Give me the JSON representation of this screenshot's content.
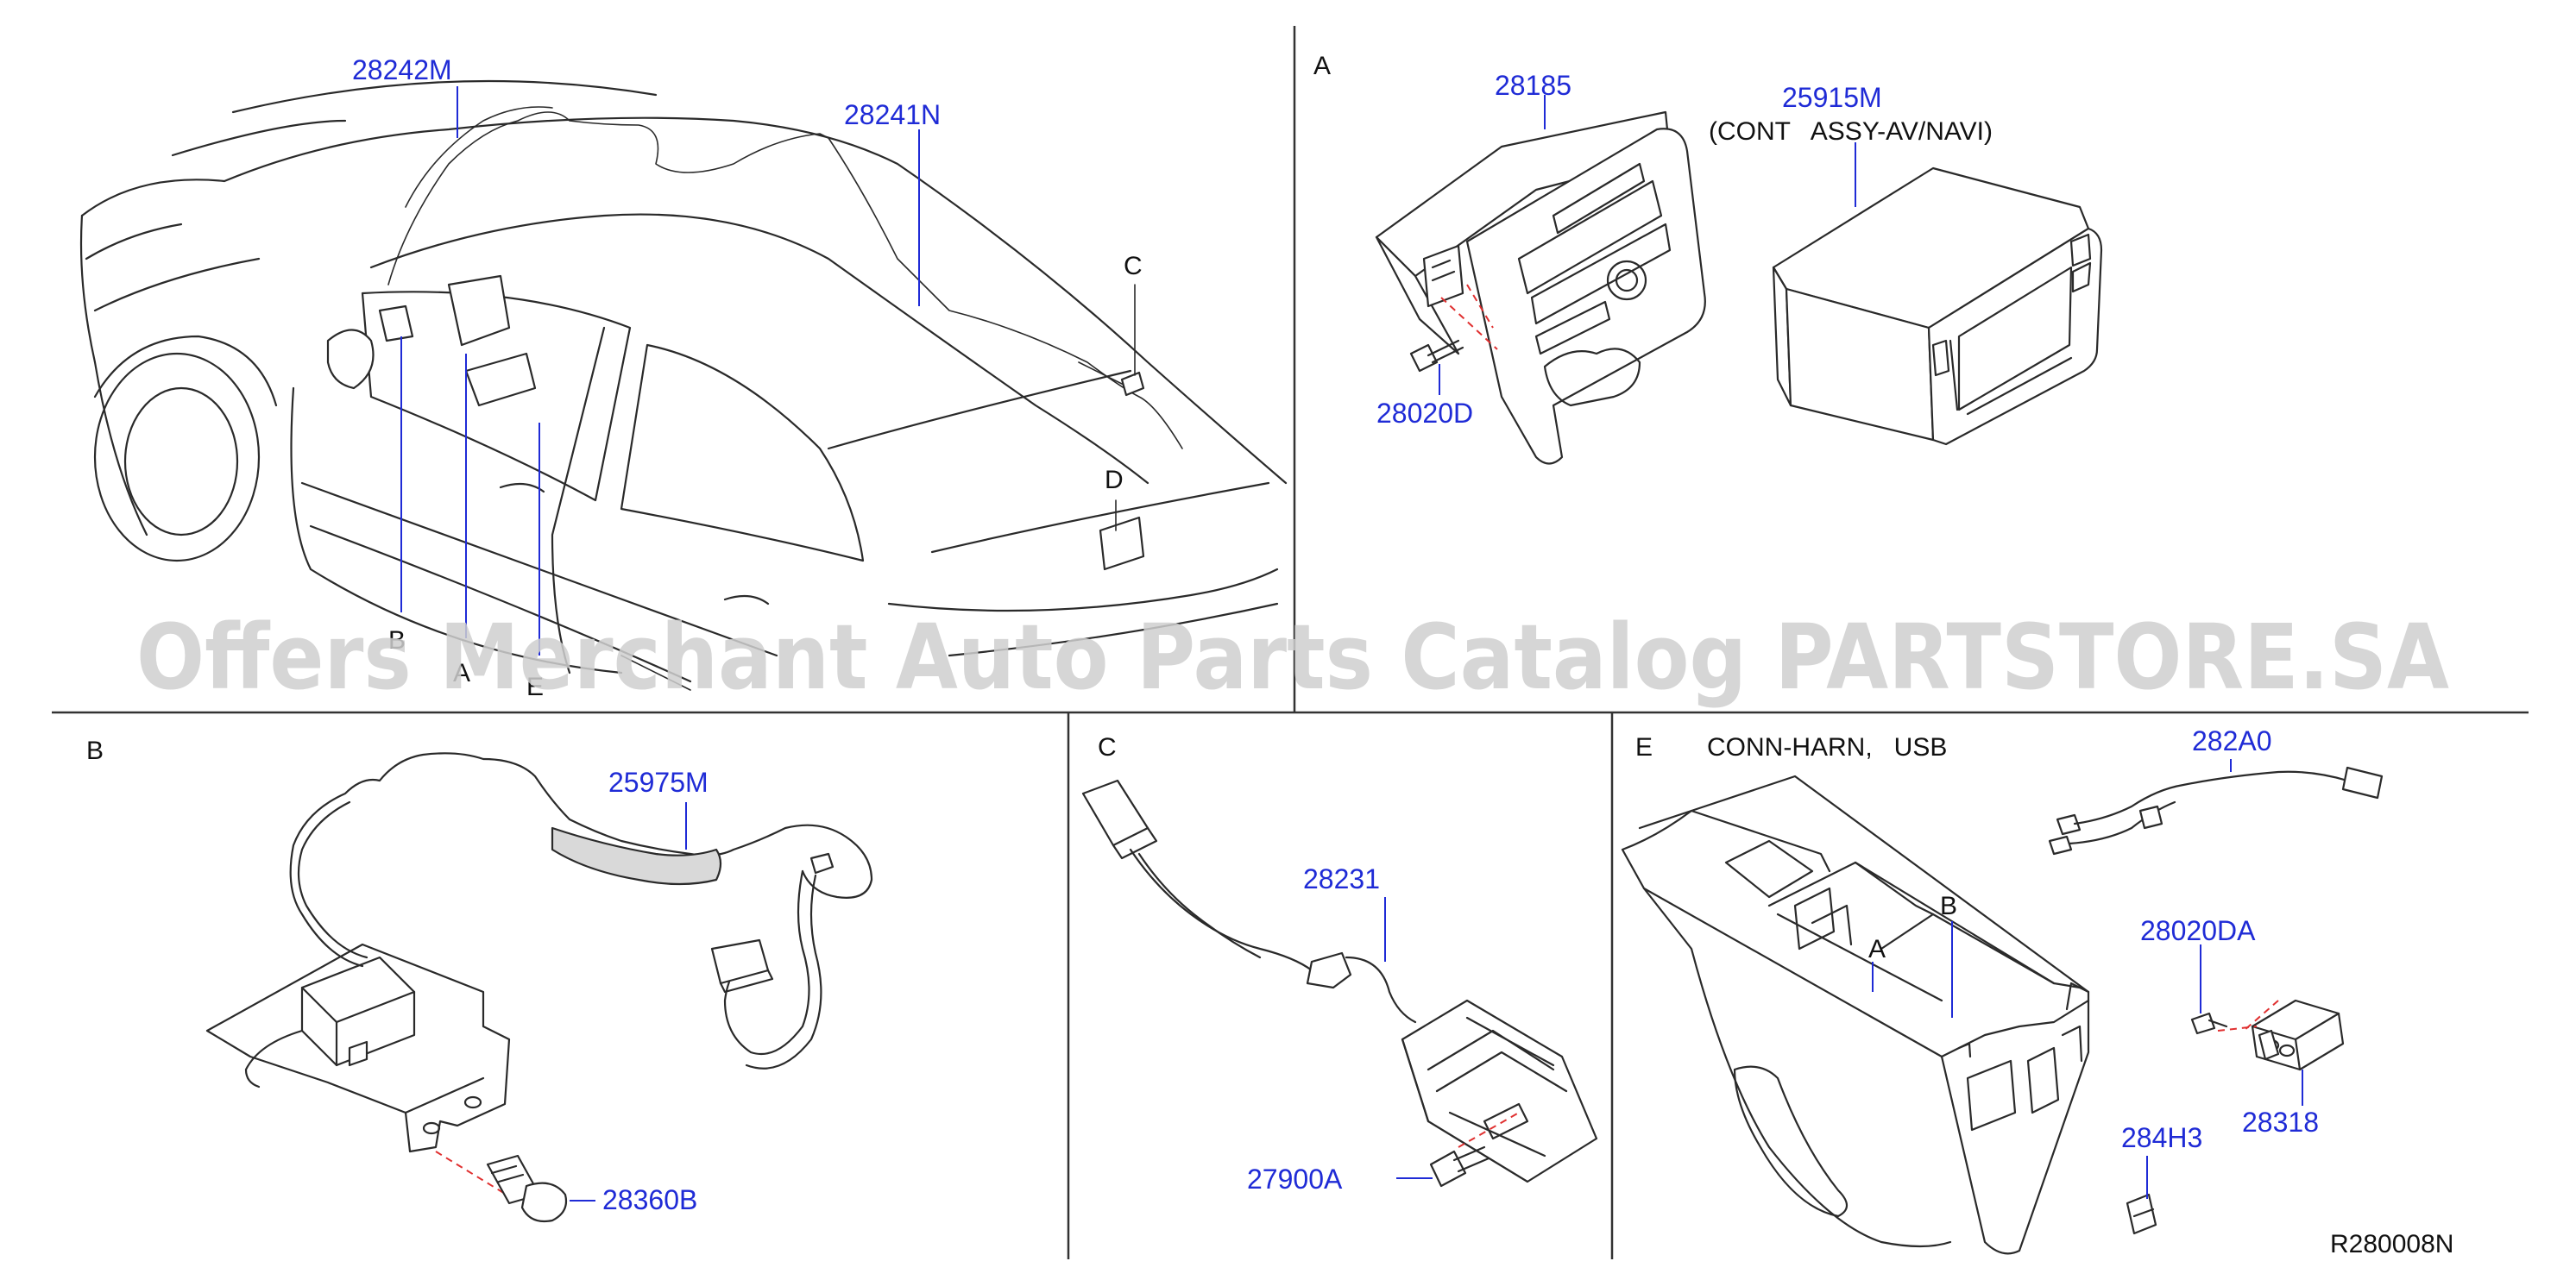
{
  "diagram": {
    "watermark": "Offers Merchant Auto Parts Catalog PARTSTORE.SA",
    "reference_code": "R280008N",
    "sections": {
      "overview": {
        "letters": [
          "A",
          "B",
          "C",
          "D",
          "E"
        ]
      },
      "A": {
        "label": "A",
        "parts": [
          "28185",
          "25915M",
          "28020D"
        ],
        "note": "(CONT   ASSY-AV/NAVI)"
      },
      "B": {
        "label": "B",
        "parts": [
          "25975M",
          "28360B"
        ]
      },
      "C": {
        "label": "C",
        "parts": [
          "28231",
          "27900A"
        ]
      },
      "E": {
        "label": "E",
        "title": "CONN-HARN,   USB",
        "parts": [
          "282A0",
          "28020DA",
          "28318",
          "284H3"
        ],
        "letters": [
          "A",
          "B"
        ]
      }
    },
    "overview_parts": [
      "28242M",
      "28241N"
    ]
  }
}
